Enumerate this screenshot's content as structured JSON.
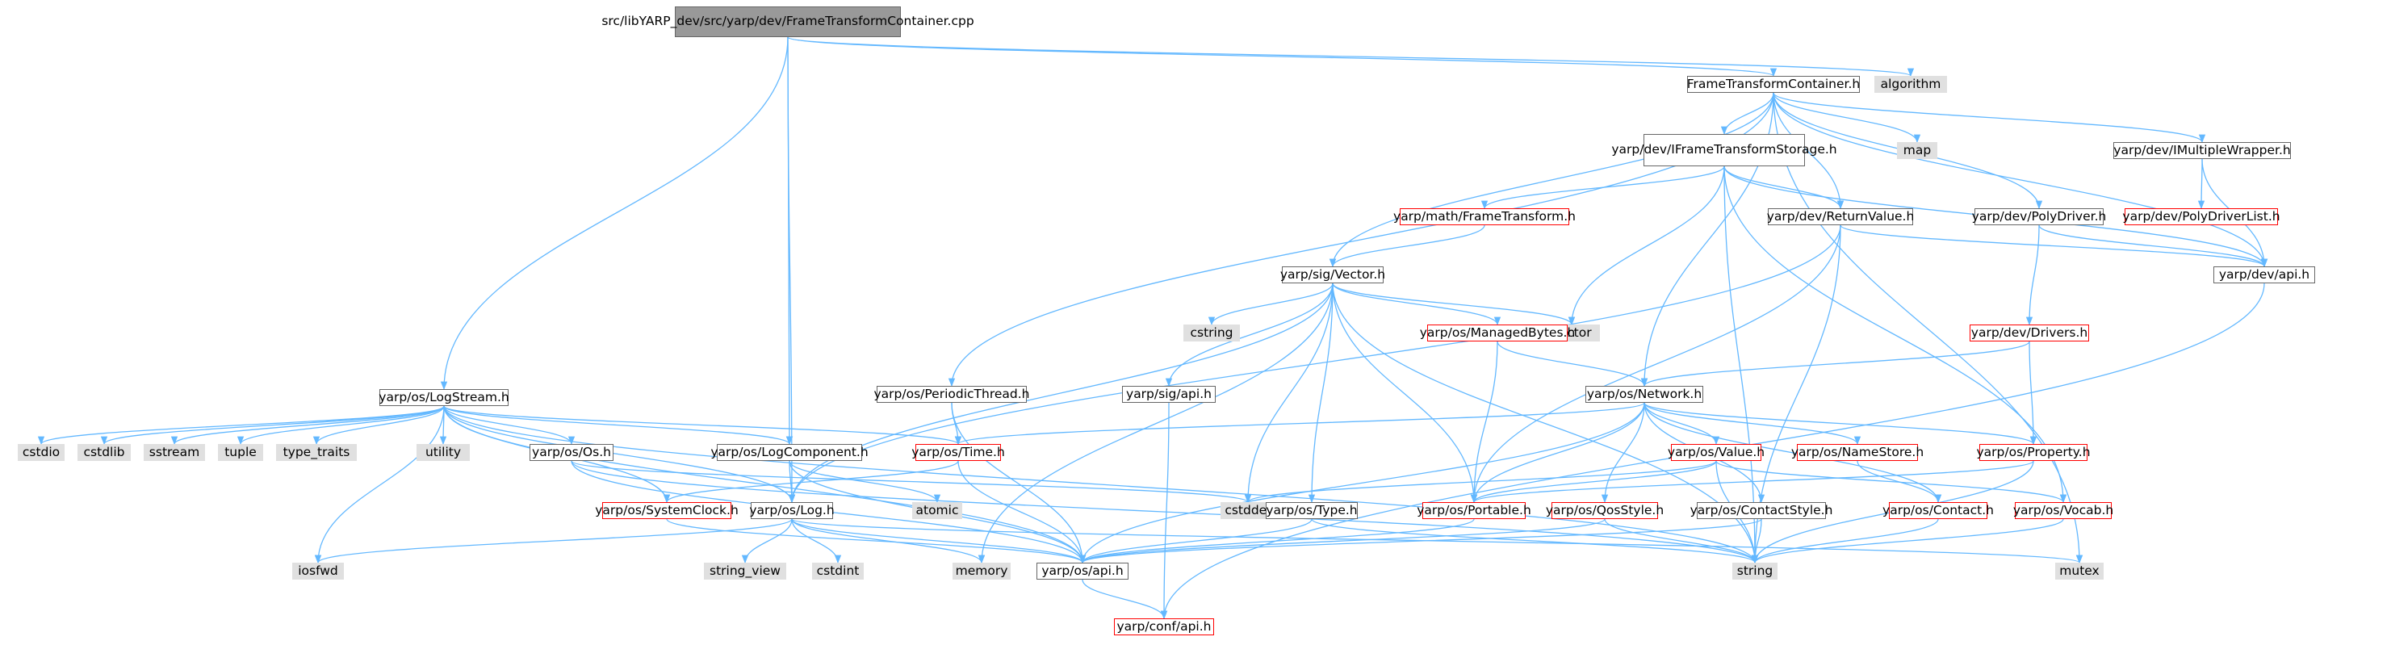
{
  "colors": {
    "edge": "#63b8ff",
    "root_fill": "#999999",
    "external_fill": "#e0e0e0",
    "documented_border": "#666666",
    "incomplete_border": "#ff0000"
  },
  "nodes": {
    "root": {
      "line1": "src/libYARP_dev/src",
      "line2": "/yarp/dev/FrameTransformContainer.cpp"
    },
    "ftc": "FrameTransformContainer.h",
    "algorithm": "algorithm",
    "map": "map",
    "ifts": {
      "line1": "yarp/dev/IFrameTransform",
      "line2": "Storage.h"
    },
    "imw": "yarp/dev/IMultipleWrapper.h",
    "pdl": "yarp/dev/PolyDriverList.h",
    "rv": "yarp/dev/ReturnValue.h",
    "pd": "yarp/dev/PolyDriver.h",
    "devapi": "yarp/dev/api.h",
    "mft": "yarp/math/FrameTransform.h",
    "vec": "yarp/sig/Vector.h",
    "vector": "vector",
    "cstring": "cstring",
    "mb": "yarp/os/ManagedBytes.h",
    "drivers": "yarp/dev/Drivers.h",
    "pth": "yarp/os/PeriodicThread.h",
    "sigapi": "yarp/sig/api.h",
    "net": "yarp/os/Network.h",
    "ls": "yarp/os/LogStream.h",
    "cstdio": "cstdio",
    "cstdlib": "cstdlib",
    "sstream": "sstream",
    "tuple": "tuple",
    "type_traits": "type_traits",
    "utility": "utility",
    "oss": "yarp/os/Os.h",
    "lc": "yarp/os/LogComponent.h",
    "time": "yarp/os/Time.h",
    "val": "yarp/os/Value.h",
    "ns": "yarp/os/NameStore.h",
    "prop": "yarp/os/Property.h",
    "atomic": "atomic",
    "cstddef": "cstddef",
    "type": "yarp/os/Type.h",
    "port": "yarp/os/Portable.h",
    "qos": "yarp/os/QosStyle.h",
    "cs": "yarp/os/ContactStyle.h",
    "contact": "yarp/os/Contact.h",
    "vocab": "yarp/os/Vocab.h",
    "sysclock": "yarp/os/SystemClock.h",
    "log": "yarp/os/Log.h",
    "iosfwd": "iosfwd",
    "string_view": "string_view",
    "cstdint": "cstdint",
    "memory": "memory",
    "osapi": "yarp/os/api.h",
    "string": "string",
    "mutex": "mutex",
    "confapi": "yarp/conf/api.h"
  },
  "edges": [
    [
      "root",
      "ftc"
    ],
    [
      "root",
      "algorithm"
    ],
    [
      "root",
      "ls"
    ],
    [
      "root",
      "lc"
    ],
    [
      "root",
      "log"
    ],
    [
      "ftc",
      "map"
    ],
    [
      "ftc",
      "ifts"
    ],
    [
      "ftc",
      "imw"
    ],
    [
      "ftc",
      "rv"
    ],
    [
      "ftc",
      "pd"
    ],
    [
      "ftc",
      "devapi"
    ],
    [
      "ftc",
      "vec"
    ],
    [
      "ftc",
      "net"
    ],
    [
      "ftc",
      "pth"
    ],
    [
      "ftc",
      "mutex"
    ],
    [
      "ifts",
      "mft"
    ],
    [
      "ifts",
      "rv"
    ],
    [
      "ifts",
      "vector"
    ],
    [
      "ifts",
      "devapi"
    ],
    [
      "ifts",
      "string"
    ],
    [
      "ifts",
      "vocab"
    ],
    [
      "imw",
      "pdl"
    ],
    [
      "imw",
      "devapi"
    ],
    [
      "rv",
      "devapi"
    ],
    [
      "rv",
      "string"
    ],
    [
      "rv",
      "port"
    ],
    [
      "rv",
      "log"
    ],
    [
      "pd",
      "devapi"
    ],
    [
      "pd",
      "drivers"
    ],
    [
      "drivers",
      "net"
    ],
    [
      "drivers",
      "prop"
    ],
    [
      "mft",
      "vec"
    ],
    [
      "vec",
      "vector"
    ],
    [
      "vec",
      "cstring"
    ],
    [
      "vec",
      "mb"
    ],
    [
      "vec",
      "sigapi"
    ],
    [
      "vec",
      "type"
    ],
    [
      "vec",
      "port"
    ],
    [
      "vec",
      "string"
    ],
    [
      "vec",
      "cstddef"
    ],
    [
      "vec",
      "memory"
    ],
    [
      "vec",
      "log"
    ],
    [
      "mb",
      "net"
    ],
    [
      "mb",
      "port"
    ],
    [
      "sigapi",
      "confapi"
    ],
    [
      "pth",
      "time"
    ],
    [
      "pth",
      "osapi"
    ],
    [
      "net",
      "time"
    ],
    [
      "net",
      "val"
    ],
    [
      "net",
      "ns"
    ],
    [
      "net",
      "prop"
    ],
    [
      "net",
      "contact"
    ],
    [
      "net",
      "port"
    ],
    [
      "net",
      "qos"
    ],
    [
      "net",
      "cs"
    ],
    [
      "net",
      "osapi"
    ],
    [
      "ls",
      "cstdio"
    ],
    [
      "ls",
      "cstdlib"
    ],
    [
      "ls",
      "sstream"
    ],
    [
      "ls",
      "tuple"
    ],
    [
      "ls",
      "type_traits"
    ],
    [
      "ls",
      "utility"
    ],
    [
      "ls",
      "oss"
    ],
    [
      "ls",
      "lc"
    ],
    [
      "ls",
      "time"
    ],
    [
      "ls",
      "sysclock"
    ],
    [
      "ls",
      "log"
    ],
    [
      "ls",
      "iosfwd"
    ],
    [
      "ls",
      "osapi"
    ],
    [
      "ls",
      "string"
    ],
    [
      "oss",
      "cstddef"
    ],
    [
      "oss",
      "osapi"
    ],
    [
      "oss",
      "string"
    ],
    [
      "lc",
      "atomic"
    ],
    [
      "lc",
      "log"
    ],
    [
      "lc",
      "osapi"
    ],
    [
      "time",
      "sysclock"
    ],
    [
      "time",
      "osapi"
    ],
    [
      "val",
      "cstddef"
    ],
    [
      "val",
      "port"
    ],
    [
      "val",
      "vocab"
    ],
    [
      "val",
      "string"
    ],
    [
      "ns",
      "contact"
    ],
    [
      "prop",
      "port"
    ],
    [
      "prop",
      "string"
    ],
    [
      "type",
      "osapi"
    ],
    [
      "type",
      "string"
    ],
    [
      "port",
      "osapi"
    ],
    [
      "qos",
      "osapi"
    ],
    [
      "qos",
      "string"
    ],
    [
      "cs",
      "osapi"
    ],
    [
      "cs",
      "string"
    ],
    [
      "contact",
      "string"
    ],
    [
      "vocab",
      "string"
    ],
    [
      "sysclock",
      "osapi"
    ],
    [
      "log",
      "iosfwd"
    ],
    [
      "log",
      "string_view"
    ],
    [
      "log",
      "cstdint"
    ],
    [
      "log",
      "memory"
    ],
    [
      "log",
      "osapi"
    ],
    [
      "log",
      "mutex"
    ],
    [
      "osapi",
      "confapi"
    ],
    [
      "devapi",
      "confapi"
    ]
  ]
}
